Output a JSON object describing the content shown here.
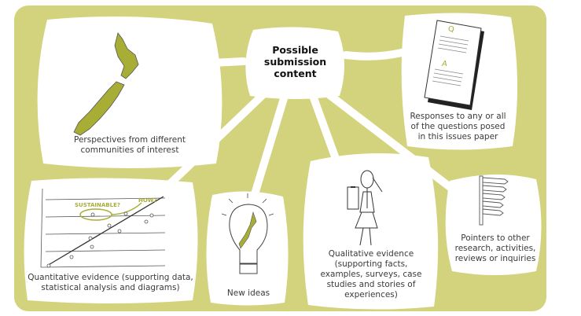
{
  "colors": {
    "background": "#d3d37d",
    "bubble": "#ffffff",
    "accent": "#9fa62a",
    "ink": "#333333"
  },
  "center": {
    "title_lines": [
      "Possible",
      "submission",
      "content"
    ]
  },
  "nodes": {
    "perspectives": {
      "icon": "new-zealand-map-icon",
      "lines": [
        "Perspectives from different",
        "communities of interest"
      ]
    },
    "responses": {
      "icon": "qa-document-icon",
      "q": "Q",
      "a": "A",
      "lines": [
        "Responses to any or all",
        "of the questions posed",
        "in this issues paper"
      ]
    },
    "quantitative": {
      "icon": "line-chart-icon",
      "sustainable": "SUSTAINABLE?",
      "how": "HOW?",
      "lines": [
        "Quantitative evidence (supporting data,",
        "statistical analysis and diagrams)"
      ]
    },
    "new_ideas": {
      "icon": "lightbulb-icon",
      "lines": [
        "New ideas"
      ]
    },
    "qualitative": {
      "icon": "person-clipboard-icon",
      "lines": [
        "Qualitative evidence",
        "(supporting facts,",
        "examples, surveys, case",
        "studies and stories of",
        "experiences)"
      ]
    },
    "pointers": {
      "icon": "signpost-icon",
      "lines": [
        "Pointers to other",
        "research, activities,",
        "reviews or inquiries"
      ]
    }
  }
}
